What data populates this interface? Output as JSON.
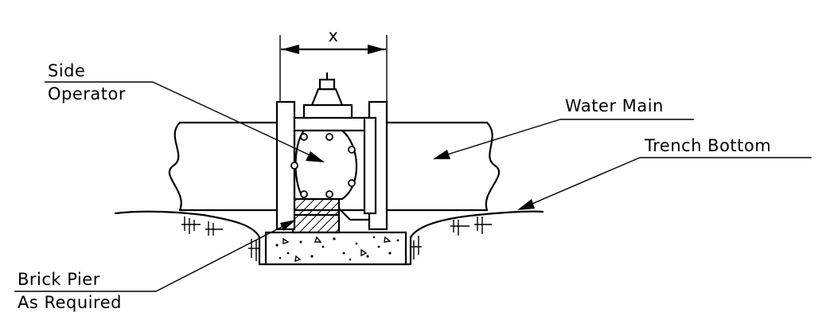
{
  "labels": {
    "dimension": "x",
    "side_operator_line1": "Side",
    "side_operator_line2": "Operator",
    "water_main": "Water Main",
    "trench_bottom": "Trench Bottom",
    "brick_pier_line1": "Brick Pier",
    "brick_pier_line2": "As Required"
  }
}
